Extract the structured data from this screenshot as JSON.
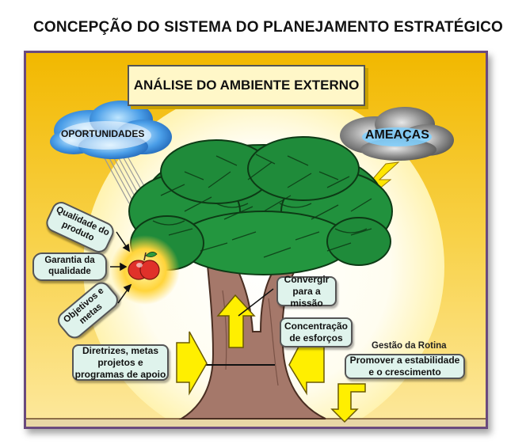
{
  "title": "CONCEPÇÃO DO SISTEMA DO PLANEJAMENTO ESTRATÉGICO",
  "banner": "ANÁLISE DO AMBIENTE EXTERNO",
  "clouds": {
    "opportunities": "OPORTUNIDADES",
    "threats": "AMEAÇAS"
  },
  "fruit_labels": {
    "quality_product": "Qualidade do produto",
    "quality_assurance": "Garantia da qualidade",
    "objectives": "Objetivos e metas"
  },
  "boxes": {
    "converge": "Convergir para a missão",
    "concentration": "Concentração de esforços",
    "guidelines": "Diretrizes, metas projetos e programas de apoio",
    "routine_title": "Gestão da Rotina",
    "promote": "Promover a estabilidade e o crescimento"
  },
  "colors": {
    "sky_yellow": "#f5c400",
    "leaf_green": "#1f8b3a",
    "trunk_brown": "#a5786a",
    "arrow_yellow": "#ffef00",
    "apple_red": "#e0312a",
    "label_fill": "#dff3ec"
  }
}
